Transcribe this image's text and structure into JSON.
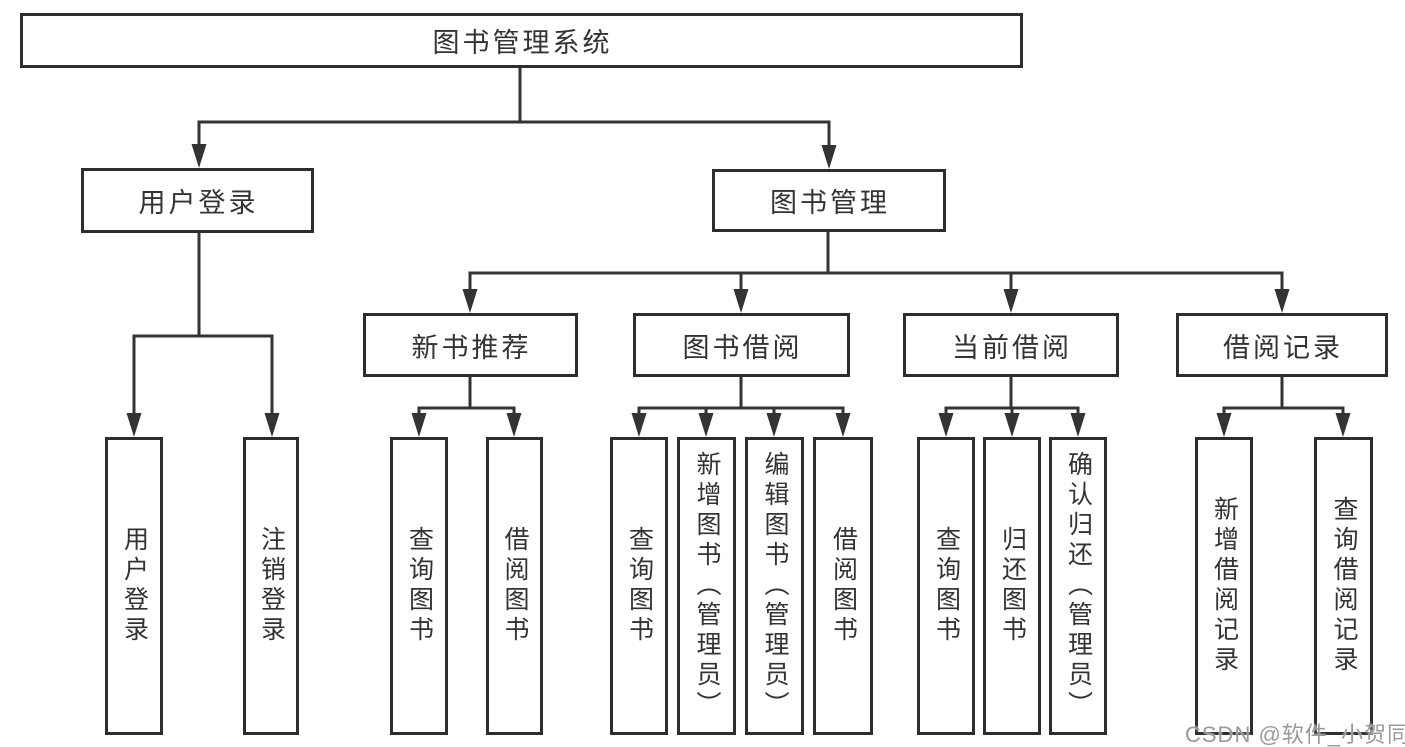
{
  "diagram": {
    "root": {
      "label": "图书管理系统"
    },
    "user_branch": {
      "label": "用户登录",
      "children": [
        {
          "label": "用户登录"
        },
        {
          "label": "注销登录"
        }
      ]
    },
    "book_branch": {
      "label": "图书管理",
      "sections": [
        {
          "label": "新书推荐",
          "children": [
            {
              "label": "查询图书"
            },
            {
              "label": "借阅图书"
            }
          ]
        },
        {
          "label": "图书借阅",
          "children": [
            {
              "label": "查询图书"
            },
            {
              "label": "新增图书（管理员）"
            },
            {
              "label": "编辑图书（管理员）"
            },
            {
              "label": "借阅图书"
            }
          ]
        },
        {
          "label": "当前借阅",
          "children": [
            {
              "label": "查询图书"
            },
            {
              "label": "归还图书"
            },
            {
              "label": "确认归还（管理员）"
            }
          ]
        },
        {
          "label": "借阅记录",
          "children": [
            {
              "label": "新增借阅记录"
            },
            {
              "label": "查询借阅记录"
            }
          ]
        }
      ]
    },
    "watermark": "CSDN @软件_小贺同学",
    "colors": {
      "line": "#333333",
      "box_border": "#2d2d2d",
      "box_fill": "#ffffff",
      "text": "#333333",
      "watermark": "#9a9a9a"
    }
  }
}
